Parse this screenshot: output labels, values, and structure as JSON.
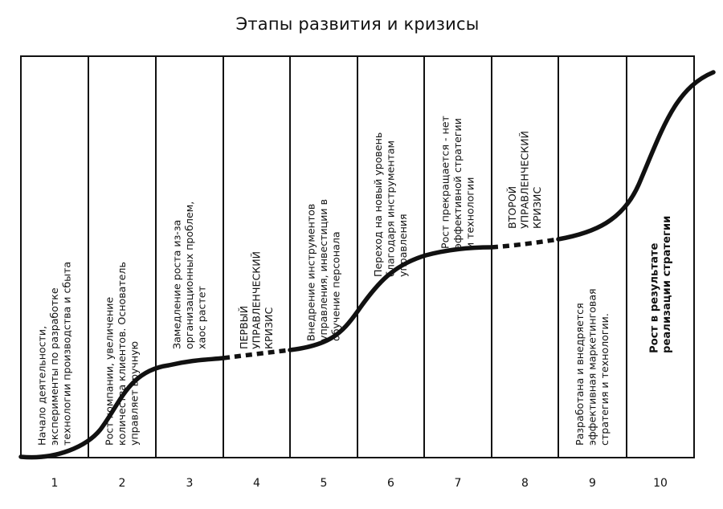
{
  "title": "Этапы развития и кризисы",
  "stages": [
    {
      "number": "1",
      "lines": [
        "Начало деятельности,",
        "эксперименты по разработке",
        "технологии производства и сбыта"
      ]
    },
    {
      "number": "2",
      "lines": [
        "Рост компании, увеличение",
        "количества клиентов. Основатель",
        "управляет вручную"
      ]
    },
    {
      "number": "3",
      "lines": [
        "Замедление роста из-за",
        "организационных проблем,",
        "хаос растет"
      ]
    },
    {
      "number": "4",
      "lines": [
        "ПЕРВЫЙ",
        "УПРАВЛЕНЧЕСКИЙ",
        "КРИЗИС"
      ]
    },
    {
      "number": "5",
      "lines": [
        "Внедрение инструментов",
        "управления, инвестиции в",
        "обучение персонала"
      ]
    },
    {
      "number": "6",
      "lines": [
        "Переход на новый уровень",
        "благодаря инструментам",
        "управления"
      ]
    },
    {
      "number": "7",
      "lines": [
        "Рост прекращается - нет",
        "эффективной стратегии",
        "и технологии"
      ]
    },
    {
      "number": "8",
      "lines": [
        "ВТОРОЙ",
        "УПРАВЛЕНЧЕСКИЙ",
        "КРИЗИС"
      ]
    },
    {
      "number": "9",
      "lines": [
        "Разработана и внедряется",
        "эффективная маркетинговая",
        "стратегия и технологии."
      ]
    },
    {
      "number": "10",
      "lines": [
        "Рост в результате",
        "реализации стратегии"
      ],
      "bold": true
    }
  ],
  "growth_curve": {
    "segments": [
      {
        "from_stage": 1,
        "to_stage": 3,
        "style": "solid"
      },
      {
        "from_stage": 4,
        "to_stage": 4,
        "style": "dashed"
      },
      {
        "from_stage": 5,
        "to_stage": 7,
        "style": "solid"
      },
      {
        "from_stage": 8,
        "to_stage": 8,
        "style": "dashed"
      },
      {
        "from_stage": 9,
        "to_stage": 10,
        "style": "solid"
      }
    ]
  }
}
